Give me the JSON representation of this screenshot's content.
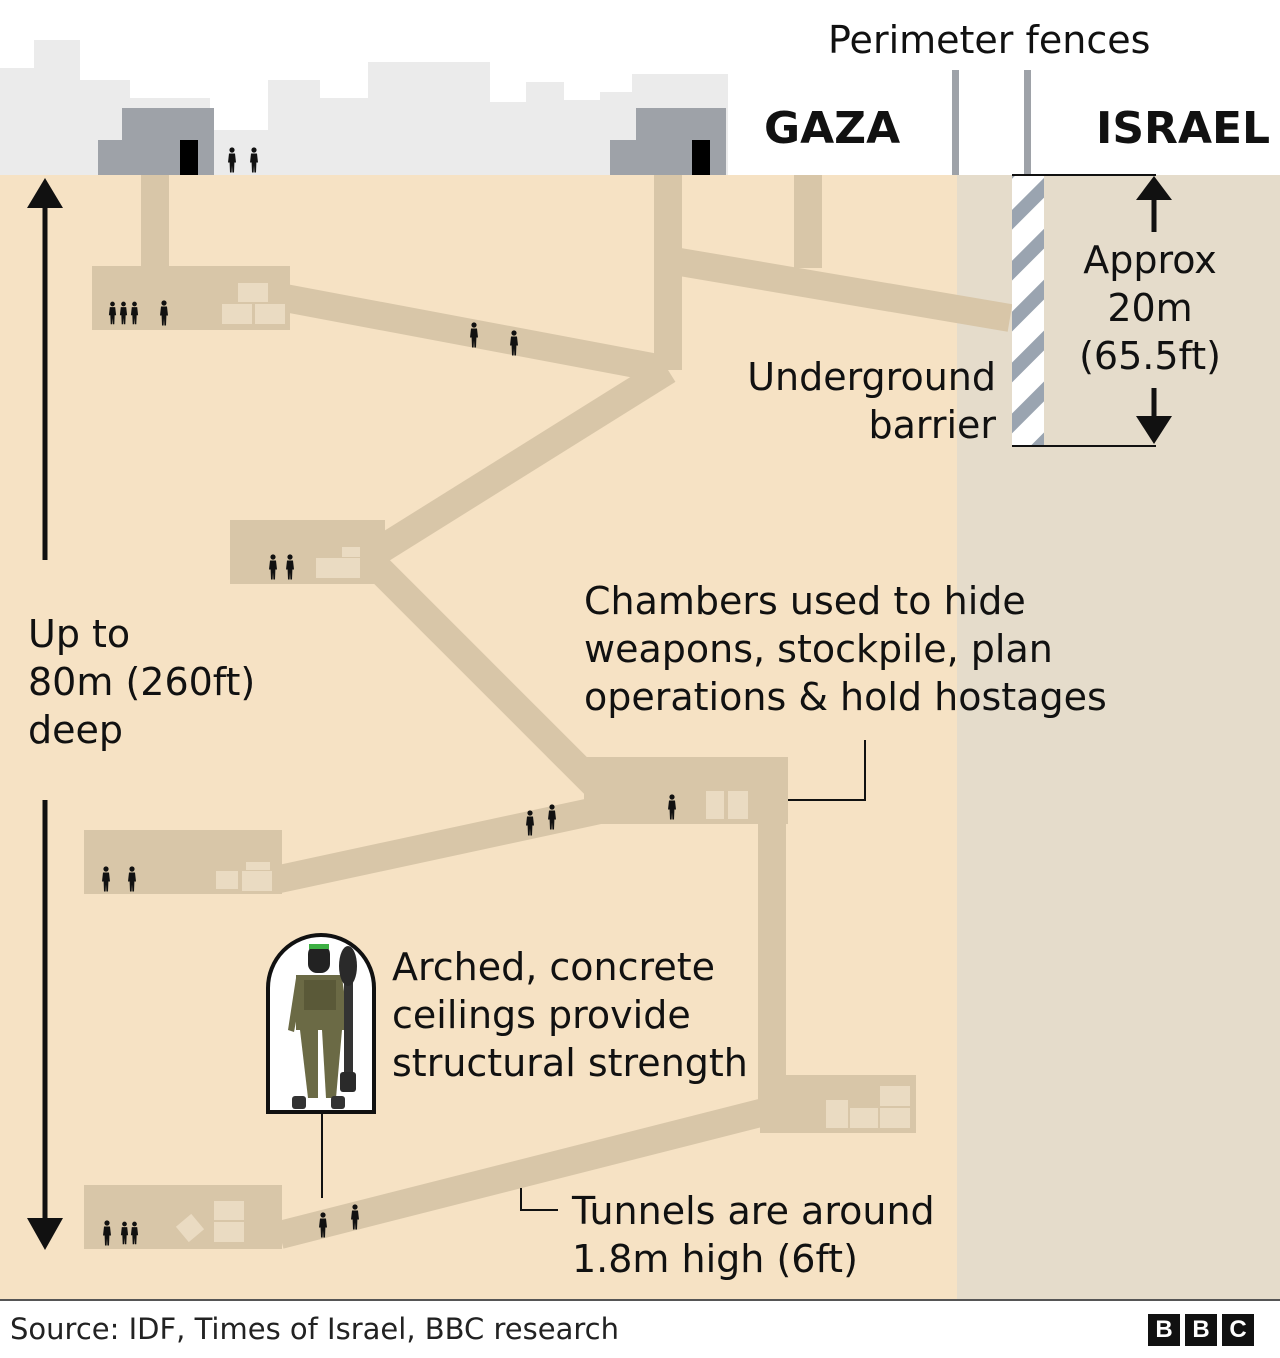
{
  "labels": {
    "perimeter_fences": "Perimeter fences",
    "gaza": "GAZA",
    "israel": "ISRAEL",
    "approx": [
      "Approx",
      "20m",
      "(65.5ft)"
    ],
    "barrier": [
      "Underground",
      "barrier"
    ],
    "depth": [
      "Up to",
      "80m (260ft)",
      "deep"
    ],
    "chambers": [
      "Chambers used to hide",
      "weapons, stockpile, plan",
      "operations & hold hostages"
    ],
    "arched": [
      "Arched, concrete",
      "ceilings provide",
      "structural strength"
    ],
    "tunnels": [
      "Tunnels are around",
      "1.8m high (6ft)"
    ]
  },
  "footer": {
    "source": "Source: IDF, Times of Israel, BBC research",
    "logo": [
      "B",
      "B",
      "C"
    ]
  },
  "colors": {
    "ground_gaza": "#f6e2c4",
    "ground_israel": "#e5dccb",
    "tunnel": "#d8c6a8",
    "sky_buildings": "#ebebeb",
    "buildings": "#9ea2a8",
    "barrier_stripe": "#9aa4b0",
    "text": "#111111"
  },
  "icons": [
    "person-icon",
    "crate-icon",
    "fighter-figure-icon",
    "arrow-up-icon",
    "arrow-down-icon"
  ]
}
